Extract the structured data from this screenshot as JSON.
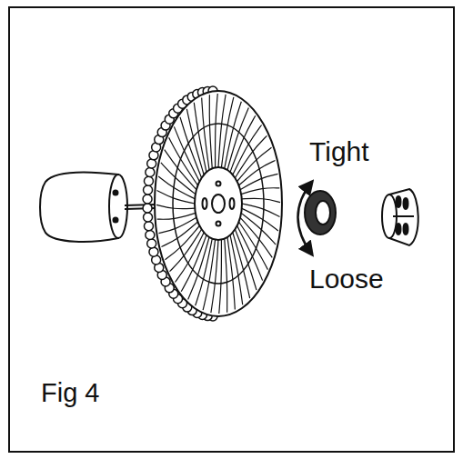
{
  "diagram": {
    "caption": "Fig 4",
    "labels": [
      "Tight",
      "Loose"
    ]
  }
}
